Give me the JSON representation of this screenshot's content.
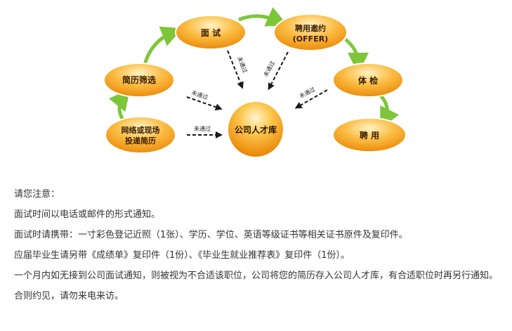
{
  "diagram": {
    "nodes": {
      "online": [
        "网络或现场",
        "投递简历"
      ],
      "screening": "简历筛选",
      "interview": "面 试",
      "offer": [
        "聘用邀约",
        "(OFFER)"
      ],
      "checkup": "体 检",
      "hire": "聘 用",
      "talent_pool": "公司人才库"
    },
    "reject_label": "未通过",
    "colors": {
      "orange_light": "#ffe08a",
      "orange": "#f9a11b",
      "orange_dark": "#e07b00",
      "green": "#7dc63a",
      "arrow": "#1a1a1a"
    }
  },
  "notes": {
    "heading": "请您注意：",
    "line1": "面试时间以电话或邮件的形式通知。",
    "line2": "面试时请携带：一寸彩色登记近照（1张）、学历、学位、英语等级证书等相关证书原件及复印件。",
    "line3": "应届毕业生请另带《成绩单》复印件（1份）、《毕业生就业推荐表》复印件（1份）。",
    "line4": "一个月内如无接到公司面试通知，则被视为不合适该职位，公司将您的简历存入公司人才库，有合适职位时再另行通知。",
    "line5": "合则约见，请勿来电来访。"
  }
}
